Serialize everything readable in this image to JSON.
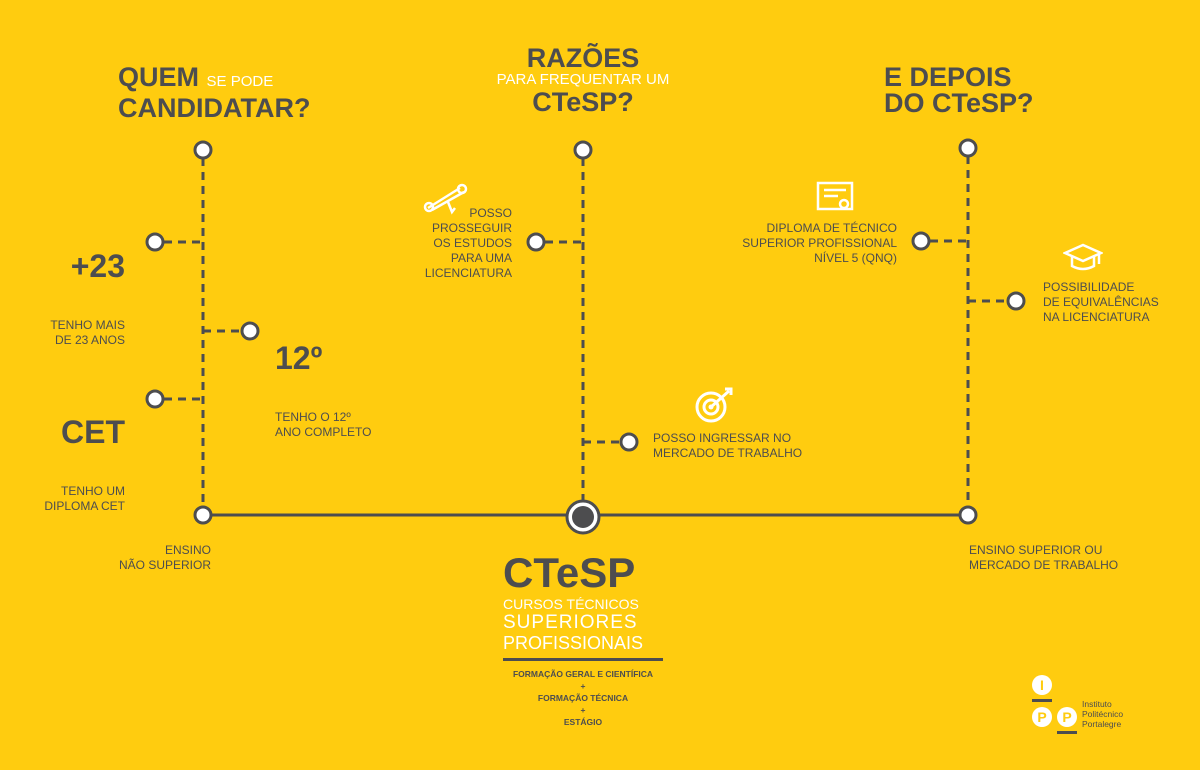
{
  "columns": {
    "left": {
      "title_a": "QUEM",
      "title_small": "SE PODE",
      "title_b": "CANDIDATAR?",
      "bottom": "ENSINO\nNÃO SUPERIOR",
      "items": [
        {
          "big": "+23",
          "text": "TENHO MAIS\nDE 23 ANOS"
        },
        {
          "big": "12º",
          "text": "TENHO O 12º\nANO COMPLETO"
        },
        {
          "big": "CET",
          "text": "TENHO UM\nDIPLOMA CET"
        }
      ]
    },
    "center": {
      "title_a": "RAZÕES",
      "title_small": "PARA FREQUENTAR UM",
      "title_b": "CTeSP?",
      "items": [
        {
          "text": "POSSO\nPROSSEGUIR\nOS ESTUDOS\nPARA UMA\nLICENCIATURA"
        },
        {
          "text": "POSSO INGRESSAR NO\nMERCADO DE TRABALHO"
        }
      ]
    },
    "right": {
      "title_a": "E DEPOIS",
      "title_b": "DO CTeSP?",
      "bottom": "ENSINO SUPERIOR OU\nMERCADO DE TRABALHO",
      "items": [
        {
          "text": "DIPLOMA DE TÉCNICO\nSUPERIOR PROFISSIONAL\nNÍVEL 5 (QNQ)"
        },
        {
          "text": "POSSIBILIDADE\nDE EQUIVALÊNCIAS\nNA LICENCIATURA"
        }
      ]
    }
  },
  "ctesp": {
    "title": "CTeSP",
    "line1": "CURSOS TÉCNICOS",
    "line2": "SUPERIORES",
    "line3": "PROFISSIONAIS",
    "comp1": "FORMAÇÃO GERAL E CIENTÍFICA",
    "plus": "+",
    "comp2": "FORMAÇÃO TÉCNICA",
    "comp3": "ESTÁGIO"
  },
  "logo": {
    "letters": [
      "I",
      "P",
      "P"
    ],
    "text": "Instituto\nPolitécnico\nPortalegre"
  },
  "colors": {
    "background": "#FFCC0F",
    "gray": "#4d4d4f",
    "white": "#ffffff"
  }
}
